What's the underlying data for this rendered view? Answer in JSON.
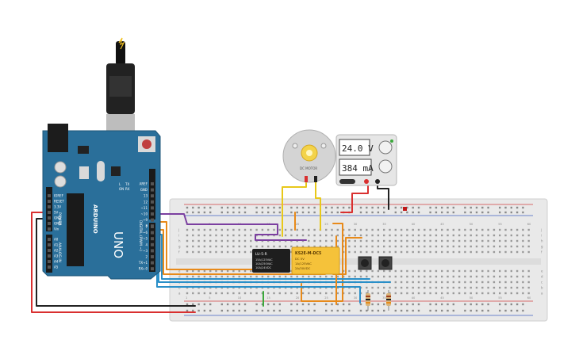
{
  "arduino": {
    "brand": "ARDUINO",
    "model": "UNO",
    "header_top": [
      "AREF",
      "GND",
      "13",
      "12",
      "~11",
      "~10",
      "~9",
      "8"
    ],
    "header_bottom": [
      "7",
      "~6",
      "~5",
      "4",
      "~3",
      "2",
      "TX→1",
      "RX←0"
    ],
    "digital_label": "DIGITAL (PWM ~)",
    "power_label": "POWER",
    "power_pins": [
      "IOREF",
      "RESET",
      "3.3V",
      "5V",
      "GND",
      "GND",
      "Vin"
    ],
    "analog_label": "ANALOG IN",
    "analog_pins": [
      "A0",
      "A1",
      "A2",
      "A3",
      "A4",
      "A5"
    ],
    "on_label": "ON",
    "tx_label": "TX",
    "rx_label": "RX",
    "l_label": "L"
  },
  "power_supply": {
    "voltage": "24.0 V",
    "current": "384 mA"
  },
  "motor": {
    "label": "DC MOTOR"
  },
  "relays": [
    {
      "name": "LU-5-R",
      "specs": [
        "15A/125VAC",
        "10A/250VAC",
        "10A/24VDC"
      ]
    },
    {
      "name": "KS2E-M-DC5",
      "specs": [
        "DC 5V",
        "1A/125VAC",
        "2A/30VDC"
      ]
    }
  ],
  "breadboard": {
    "row_letters_top": [
      "j",
      "i",
      "h",
      "g",
      "f"
    ],
    "row_letters_bottom": [
      "e",
      "d",
      "c",
      "b",
      "a"
    ],
    "column_numbers": [
      "1",
      "5",
      "10",
      "15",
      "20",
      "25",
      "30",
      "35",
      "40",
      "45",
      "50",
      "55",
      "60"
    ]
  },
  "colors": {
    "arduino_board": "#2a6f9a",
    "breadboard": "#ececec",
    "wire_red": "#d93030",
    "wire_black": "#222222",
    "wire_purple": "#7b3fa0",
    "wire_orange": "#e88a1a",
    "wire_blue": "#2a8fc8",
    "wire_yellow": "#e8c81a",
    "wire_green": "#3aa83a",
    "relay_yellow": "#f5c23a"
  },
  "icons": {
    "usb": "usb-plug-icon",
    "led": "led-icon",
    "power_knob": "knob-icon"
  }
}
